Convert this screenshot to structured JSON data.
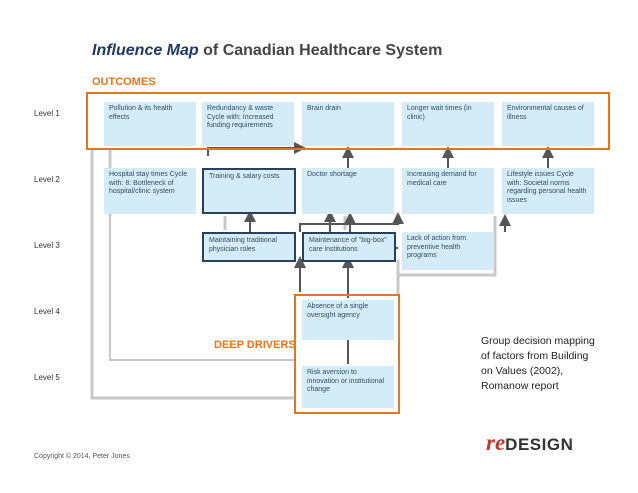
{
  "title": {
    "emphasis": "Influence Map",
    "rest": "of Canadian Healthcare System"
  },
  "outcomes_label": "OUTCOMES",
  "deep_drivers_label": "DEEP DRIVERS",
  "levels": [
    "Level 1",
    "Level 2",
    "Level 3",
    "Level 4",
    "Level 5"
  ],
  "boxes": {
    "l1_pollution": "Pollution & its health effects",
    "l1_redundancy": "Redundancy & waste Cycle with: Increased funding requirements",
    "l1_brain_drain": "Brain drain",
    "l1_wait_times": "Longer wait times (in clinic)",
    "l1_environmental": "Environmental causes of illness",
    "l2_hospital": "Hospital stay times Cycle with: 8: Bottleneck of hospital/clinic system",
    "l2_training": "Training & salary costs",
    "l2_doctor": "Doctor shortage",
    "l2_demand": "Increasing demand for medical care",
    "l2_lifestyle": "Lifestyle issues     Cycle with: Societal norms regarding personal health issues",
    "l3_traditional": "Maintaining traditional physician roles",
    "l3_bigbox": "Maintenance of \"big-box\" care institutions",
    "l3_preventive": "Lack of action from preventive health programs",
    "l4_oversight": "Absence of a single oversight agency",
    "l5_risk": "Risk aversion to innovation or institutional change"
  },
  "note": "Group decision mapping of factors from Building on Values (2002), Romanow  report",
  "copyright": "Copyright © 2014, Peter Jones",
  "logo": {
    "re": "re",
    "design": "DESIGN"
  },
  "colors": {
    "orange": "#e8741c",
    "box": "#d4ecf8",
    "dark_border": "#27415f",
    "arrow": "#555555",
    "connector": "#c8c8c8"
  }
}
